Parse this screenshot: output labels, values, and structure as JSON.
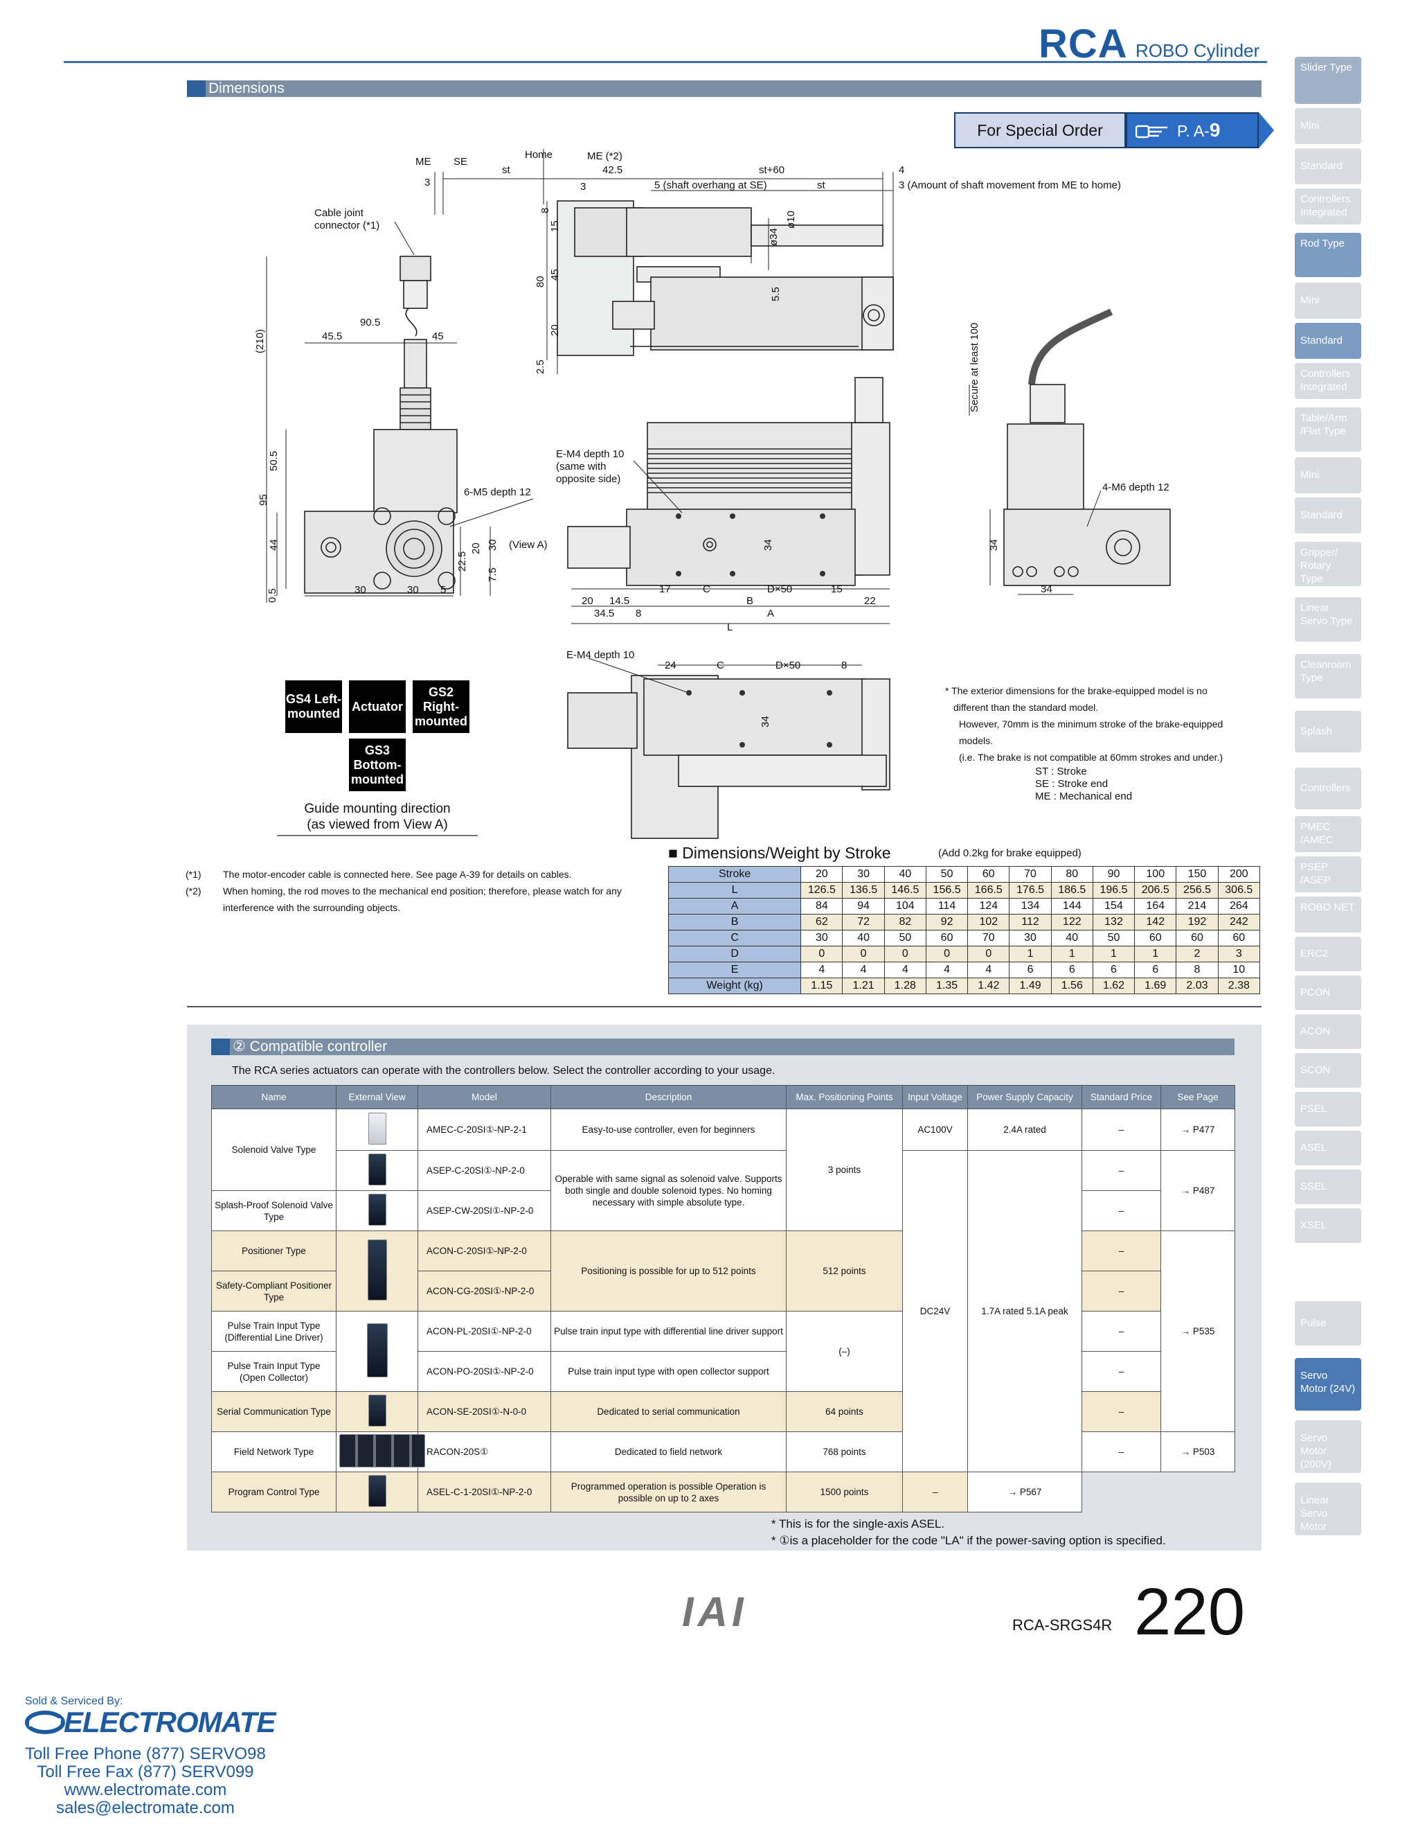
{
  "header": {
    "brand": "RCA",
    "series": "ROBO Cylinder"
  },
  "section1": {
    "title": "Dimensions"
  },
  "special_order": {
    "label": "For Special Order",
    "ref": "P. A-",
    "ref_num": "9"
  },
  "sidebar": [
    {
      "label": "Slider Type"
    },
    {
      "label": "Mini"
    },
    {
      "label": "Standard"
    },
    {
      "label": "Controllers Integrated"
    },
    {
      "label": "Rod Type"
    },
    {
      "label": "Mini"
    },
    {
      "label": "Standard"
    },
    {
      "label": "Controllers Integrated"
    },
    {
      "label": "Table/Arm /Flat Type"
    },
    {
      "label": "Mini"
    },
    {
      "label": "Standard"
    },
    {
      "label": "Gripper/ Rotary Type"
    },
    {
      "label": "Linear Servo Type"
    },
    {
      "label": "Cleanroom Type"
    },
    {
      "label": "Splash Proof"
    },
    {
      "label": "Controllers"
    },
    {
      "label": "PMEC /AMEC"
    },
    {
      "label": "PSEP /ASEP"
    },
    {
      "label": "ROBO NET"
    },
    {
      "label": "ERC2"
    },
    {
      "label": "PCON"
    },
    {
      "label": "ACON"
    },
    {
      "label": "SCON"
    },
    {
      "label": "PSEL"
    },
    {
      "label": "ASEL"
    },
    {
      "label": "SSEL"
    },
    {
      "label": "XSEL"
    },
    {
      "label": "Pulse Motor"
    },
    {
      "label": "Servo Motor (24V)"
    },
    {
      "label": "Servo Motor (200V)"
    },
    {
      "label": "Linear Servo Motor"
    }
  ],
  "drawing": {
    "labels": {
      "me": "ME",
      "se": "SE",
      "st": "st",
      "home": "Home",
      "me2": "ME (*2)",
      "d425": "42.5",
      "stp60": "st+60",
      "d4": "4",
      "d3a": "3",
      "d3b": "3",
      "overhang": "5 (shaft overhang at SE)",
      "st2": "st",
      "movement": "3 (Amount of shaft movement from ME to home)",
      "cable": "Cable joint",
      "cable2": "connector (*1)",
      "d8": "8",
      "d15": "15",
      "d80": "80",
      "d45v": "45",
      "d20v": "20",
      "d25": "2.5",
      "phi10": "ø10",
      "phi34": "ø34",
      "d55": "5.5",
      "d210": "(210)",
      "d905": "90.5",
      "d455": "45.5",
      "d45h": "45",
      "d505": "50.5",
      "d95": "95",
      "d44": "44",
      "d05": "0.5",
      "m5": "6-M5 depth 12",
      "d20b": "20",
      "d30v": "30",
      "d225": "22.5",
      "d75": "7.5",
      "d30a": "30",
      "d30b": "30",
      "d5": "5",
      "em4a": "E-M4 depth 10",
      "em4b": "(same with",
      "em4c": "opposite side)",
      "viewa": "(View A)",
      "d34a": "34",
      "d17": "17",
      "c1": "C",
      "dx50a": "D×50",
      "d15b": "15",
      "d20c": "20",
      "d145": "14.5",
      "b1": "B",
      "d22": "22",
      "d345": "34.5",
      "d8b": "8",
      "a1": "A",
      "l1": "L",
      "secure": "Secure at least 100",
      "m6": "4-M6 depth 12",
      "d34b": "34",
      "d34c": "34",
      "em4d": "E-M4 depth 10",
      "d24": "24",
      "c2": "C",
      "dx50b": "D×50",
      "d8c": "8",
      "d34d": "34"
    },
    "gs": {
      "gs4": "GS4 Left- mounted",
      "act": "Actuator",
      "gs2": "GS2 Right- mounted",
      "gs3": "GS3 Bottom- mounted",
      "caption1": "Guide mounting direction",
      "caption2": "(as viewed from View A)"
    }
  },
  "brake_note": {
    "l1": "* The exterior dimensions for the brake-equipped model is no",
    "l2": "different than the standard model.",
    "l3": "However, 70mm is the minimum stroke of the brake-equipped",
    "l4": "models.",
    "l5": "(i.e. The brake is not compatible at 60mm strokes and under.)",
    "st": "ST : Stroke",
    "se": "SE : Stroke end",
    "me": "ME : Mechanical end"
  },
  "footnotes": [
    {
      "mark": "(*1)",
      "text": "The motor-encoder cable is connected here. See page A-39 for details on cables."
    },
    {
      "mark": "(*2)",
      "text": "When homing, the rod moves to the mechanical end position; therefore, please watch for any"
    },
    {
      "mark": "",
      "text": "interference with the surrounding objects."
    }
  ],
  "dims_table": {
    "title": "■ Dimensions/Weight by Stroke",
    "subtitle": "(Add 0.2kg for brake equipped)",
    "header": [
      "Stroke",
      "20",
      "30",
      "40",
      "50",
      "60",
      "70",
      "80",
      "90",
      "100",
      "150",
      "200"
    ],
    "rows": [
      [
        "L",
        "126.5",
        "136.5",
        "146.5",
        "156.5",
        "166.5",
        "176.5",
        "186.5",
        "196.5",
        "206.5",
        "256.5",
        "306.5"
      ],
      [
        "A",
        "84",
        "94",
        "104",
        "114",
        "124",
        "134",
        "144",
        "154",
        "164",
        "214",
        "264"
      ],
      [
        "B",
        "62",
        "72",
        "82",
        "92",
        "102",
        "112",
        "122",
        "132",
        "142",
        "192",
        "242"
      ],
      [
        "C",
        "30",
        "40",
        "50",
        "60",
        "70",
        "30",
        "40",
        "50",
        "60",
        "60",
        "60"
      ],
      [
        "D",
        "0",
        "0",
        "0",
        "0",
        "0",
        "1",
        "1",
        "1",
        "1",
        "2",
        "3"
      ],
      [
        "E",
        "4",
        "4",
        "4",
        "4",
        "4",
        "6",
        "6",
        "6",
        "6",
        "8",
        "10"
      ],
      [
        "Weight (kg)",
        "1.15",
        "1.21",
        "1.28",
        "1.35",
        "1.42",
        "1.49",
        "1.56",
        "1.62",
        "1.69",
        "2.03",
        "2.38"
      ]
    ]
  },
  "controller": {
    "title": "② Compatible controller",
    "intro": "The RCA series actuators can operate with the controllers below. Select the controller according to your usage.",
    "header": [
      "Name",
      "External View",
      "Model",
      "Description",
      "Max. Positioning Points",
      "Input Voltage",
      "Power Supply Capacity",
      "Standard Price",
      "See Page"
    ],
    "names": [
      "Solenoid Valve Type",
      "Splash-Proof Solenoid Valve Type",
      "Positioner Type",
      "Safety-Compliant Positioner Type",
      "Pulse Train Input Type (Differential Line Driver)",
      "Pulse Train Input Type (Open Collector)",
      "Serial Communication Type",
      "Field Network Type",
      "Program Control Type"
    ],
    "models": [
      "AMEC-C-20SI①-NP-2-1",
      "ASEP-C-20SI①-NP-2-0",
      "ASEP-CW-20SI①-NP-2-0",
      "ACON-C-20SI①-NP-2-0",
      "ACON-CG-20SI①-NP-2-0",
      "ACON-PL-20SI①-NP-2-0",
      "ACON-PO-20SI①-NP-2-0",
      "ACON-SE-20SI①-N-0-0",
      "RACON-20S①",
      "ASEL-C-1-20SI①-NP-2-0"
    ],
    "desc": {
      "amec": "Easy-to-use controller, even for beginners",
      "asep": "Operable with same signal as solenoid valve. Supports both single and double solenoid types. No homing necessary with simple absolute type.",
      "acon": "Positioning is possible for up to 512 points",
      "pl": "Pulse train input type with differential line driver support",
      "po": "Pulse train input type with open collector support",
      "se": "Dedicated to serial communication",
      "net": "Dedicated to field network",
      "asel": "Programmed operation is possible Operation is possible on up to 2 axes"
    },
    "points": {
      "sol": "3 points",
      "acon": "512 points",
      "pulse": "(–)",
      "se": "64 points",
      "net": "768 points",
      "asel": "1500 points"
    },
    "voltage": {
      "ac": "AC100V",
      "dc": "DC24V"
    },
    "power": {
      "ac": "2.4A rated",
      "dc": "1.7A rated 5.1A peak"
    },
    "price": "–",
    "pages": {
      "p477": "→ P477",
      "p487": "→ P487",
      "p535": "→ P535",
      "p503": "→ P503",
      "p567": "→ P567"
    },
    "notes": [
      "* This is for the single-axis ASEL.",
      "* ①is a placeholder for the code \"LA\" if the power-saving option is specified."
    ]
  },
  "footer": {
    "logo": "IAI",
    "model": "RCA-SRGS4R",
    "page": "220"
  },
  "dealer": {
    "sold": "Sold & Serviced By:",
    "name": "ELECTROMATE",
    "phone": "Toll Free Phone  (877) SERVO98",
    "fax": "Toll Free Fax  (877) SERV099",
    "web": "www.electromate.com",
    "email": "sales@electromate.com"
  }
}
